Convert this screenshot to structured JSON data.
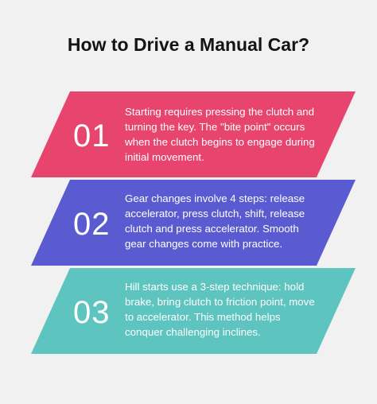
{
  "title": "How to Drive a Manual Car?",
  "steps": [
    {
      "number": "01",
      "text": "Starting requires pressing the clutch and turning the key. The \"bite point\" occurs when the clutch begins to engage during initial movement.",
      "color": "#e8456e"
    },
    {
      "number": "02",
      "text": "Gear changes involve 4 steps: release accelerator, press clutch, shift, release clutch and press accelerator. Smooth gear changes come with practice.",
      "color": "#5b5bd1"
    },
    {
      "number": "03",
      "text": "Hill starts use a 3-step technique: hold brake, bring clutch to friction point, move to accelerator. This method helps conquer challenging inclines.",
      "color": "#5ec4bf"
    }
  ]
}
